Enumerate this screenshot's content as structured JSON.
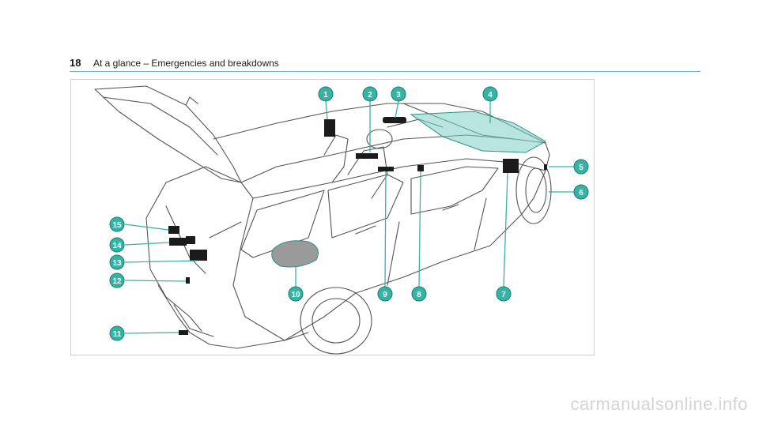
{
  "header": {
    "page_number": "18",
    "section_title": "At a glance – Emergencies and breakdowns"
  },
  "figure": {
    "callouts": [
      "1",
      "2",
      "3",
      "4",
      "5",
      "6",
      "7",
      "8",
      "9",
      "10",
      "11",
      "12",
      "13",
      "14",
      "15"
    ]
  },
  "colors": {
    "accent": "#35b3a4",
    "rule": "#6fb6c2",
    "highlight": "#7ecfc4"
  },
  "watermark": "carmanualsonline.info"
}
